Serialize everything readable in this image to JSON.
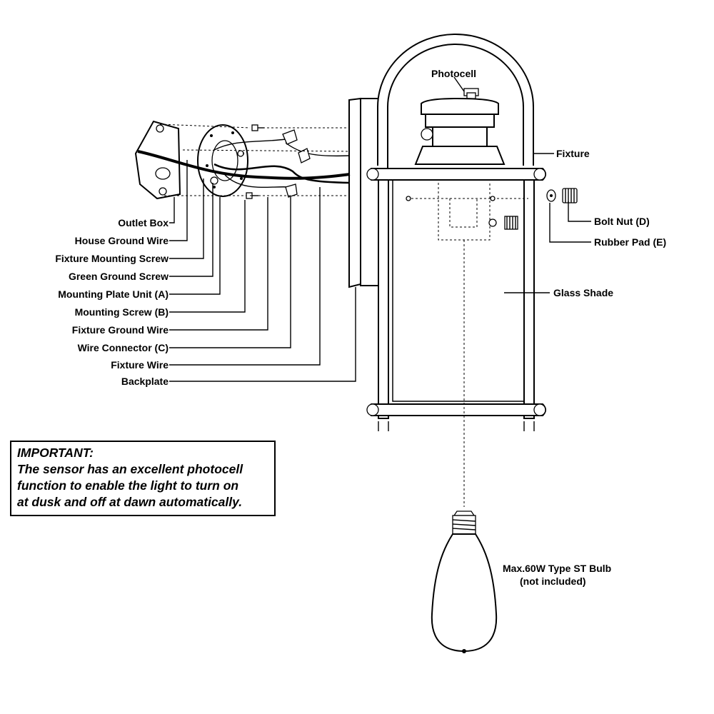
{
  "labels": {
    "photocell": "Photocell",
    "fixture": "Fixture",
    "bolt_nut": "Bolt Nut (D)",
    "rubber_pad": "Rubber Pad (E)",
    "glass_shade": "Glass Shade",
    "outlet_box": "Outlet Box",
    "house_ground_wire": "House Ground Wire",
    "fixture_mounting_screw": "Fixture Mounting Screw",
    "green_ground_screw": "Green Ground Screw",
    "mounting_plate_unit": "Mounting Plate Unit (A)",
    "mounting_screw": "Mounting Screw (B)",
    "fixture_ground_wire": "Fixture Ground Wire",
    "wire_connector": "Wire Connector (C)",
    "fixture_wire": "Fixture Wire",
    "backplate": "Backplate",
    "bulb_line1": "Max.60W Type ST Bulb",
    "bulb_line2": "(not included)"
  },
  "note": {
    "heading": "IMPORTANT:",
    "line1": "The sensor has an excellent photocell",
    "line2": "function to enable the light to turn on",
    "line3": "at dusk and off at dawn automatically."
  }
}
